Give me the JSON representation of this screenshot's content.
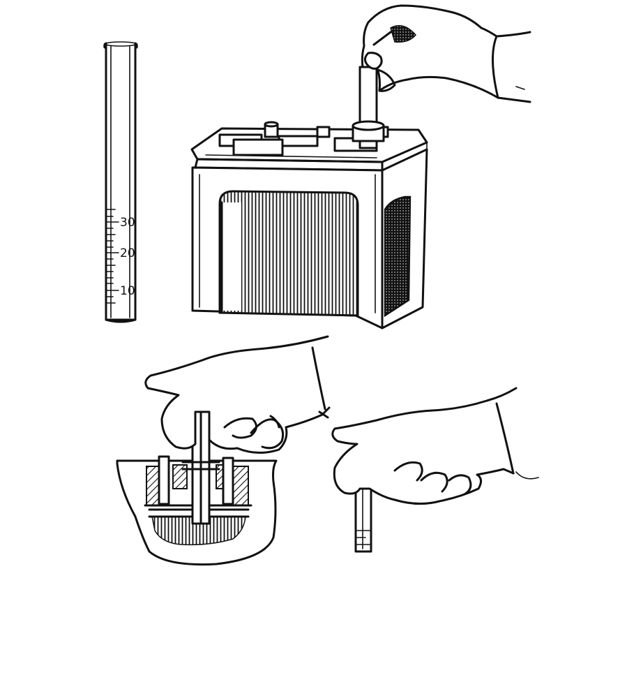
{
  "tube_scale": {
    "labels": [
      "30",
      "20",
      "10"
    ]
  }
}
